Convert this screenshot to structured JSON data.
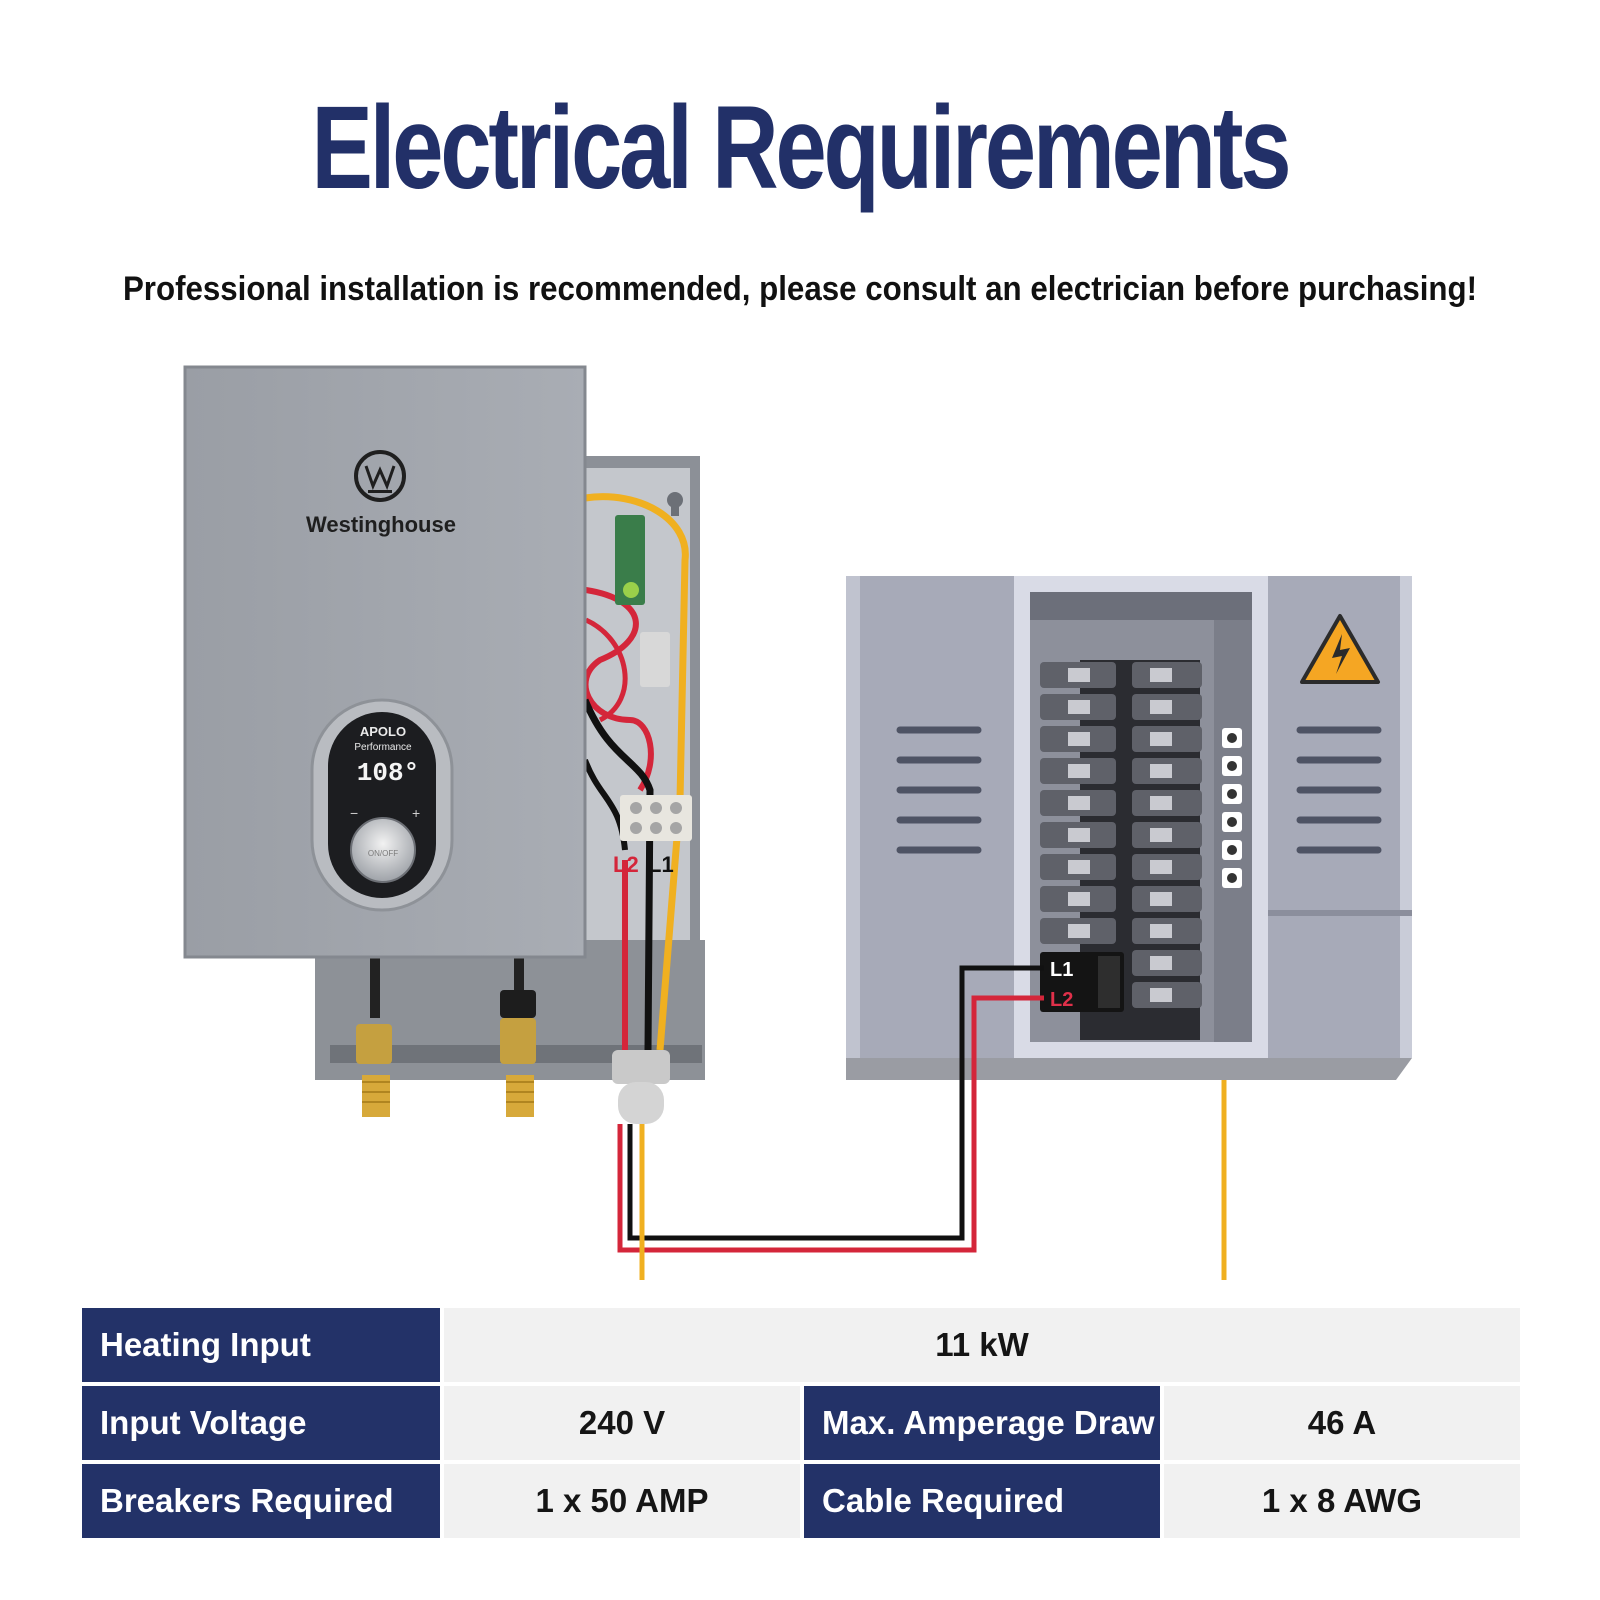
{
  "title": "Electrical Requirements",
  "subtitle": "Professional installation is recommended, please consult an electrician before purchasing!",
  "heater": {
    "brand": "Westinghouse",
    "model_line1": "APOLO",
    "model_line2": "Performance",
    "display_reading": "108°",
    "power_button_label": "ON/OFF",
    "minus_label": "−",
    "plus_label": "+",
    "terminal_l2": "L2",
    "terminal_l1": "L1"
  },
  "panel": {
    "breaker_l1": "L1",
    "breaker_l2": "L2"
  },
  "colors": {
    "navy": "#233268",
    "wire_red": "#d4263a",
    "wire_black": "#111111",
    "wire_yellow": "#f0b020",
    "warning": "#f5a623"
  },
  "specs": {
    "heating_input_label": "Heating Input",
    "heating_input_value": "11 kW",
    "input_voltage_label": "Input Voltage",
    "input_voltage_value": "240 V",
    "max_amperage_label": "Max. Amperage Draw",
    "max_amperage_value": "46 A",
    "breakers_label": "Breakers Required",
    "breakers_value": "1 x 50 AMP",
    "cable_label": "Cable Required",
    "cable_value": "1 x 8 AWG"
  }
}
